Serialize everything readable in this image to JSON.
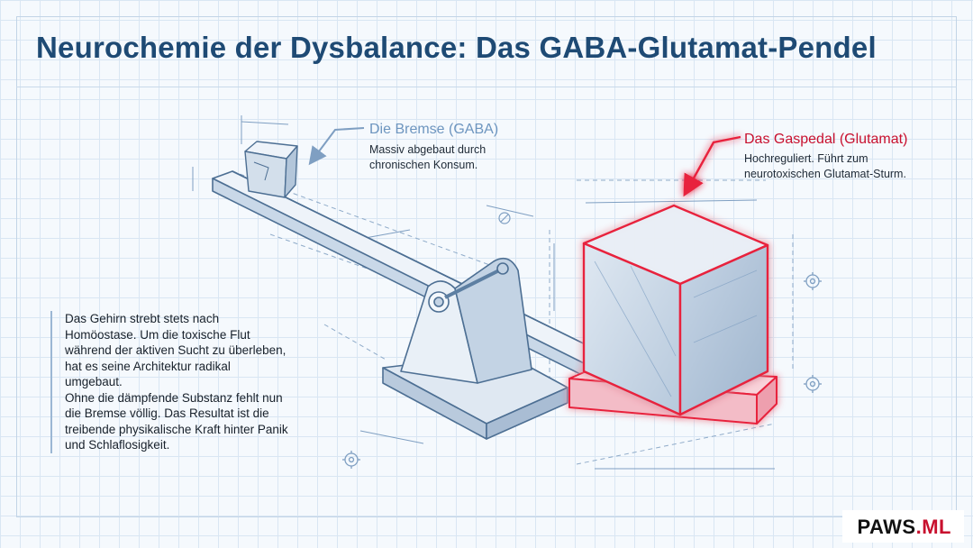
{
  "title": "Neurochemie der Dysbalance: Das GABA-Glutamat-Pendel",
  "gaba": {
    "title": "Die Bremse (GABA)",
    "description": "Massiv abgebaut durch chronischen Konsum."
  },
  "glutamat": {
    "title": "Das Gaspedal (Glutamat)",
    "description": "Hochreguliert. Führt zum neurotoxischen Glutamat-Sturm."
  },
  "explanation": {
    "paragraph_1": "Das Gehirn strebt stets nach Homöostase. Um die toxische Flut während der aktiven Sucht zu überleben, hat es seine Architektur radikal umgebaut.",
    "paragraph_2": "Ohne die dämpfende Substanz fehlt nun die Bremse völlig. Das Resultat ist die treibende physikalische Kraft hinter Panik und Schlaflosigkeit."
  },
  "brand": {
    "name": "PAWS",
    "tld": ".ML"
  },
  "colors": {
    "title": "#1e4a74",
    "gaba_accent": "#6d95bf",
    "glutamat_accent": "#e8203c",
    "sketch_line": "#4d6f93",
    "grid": "#d9e6f3"
  },
  "icons": [
    "gear-icon",
    "gear-icon",
    "gear-icon",
    "bolt-hole-icon"
  ]
}
